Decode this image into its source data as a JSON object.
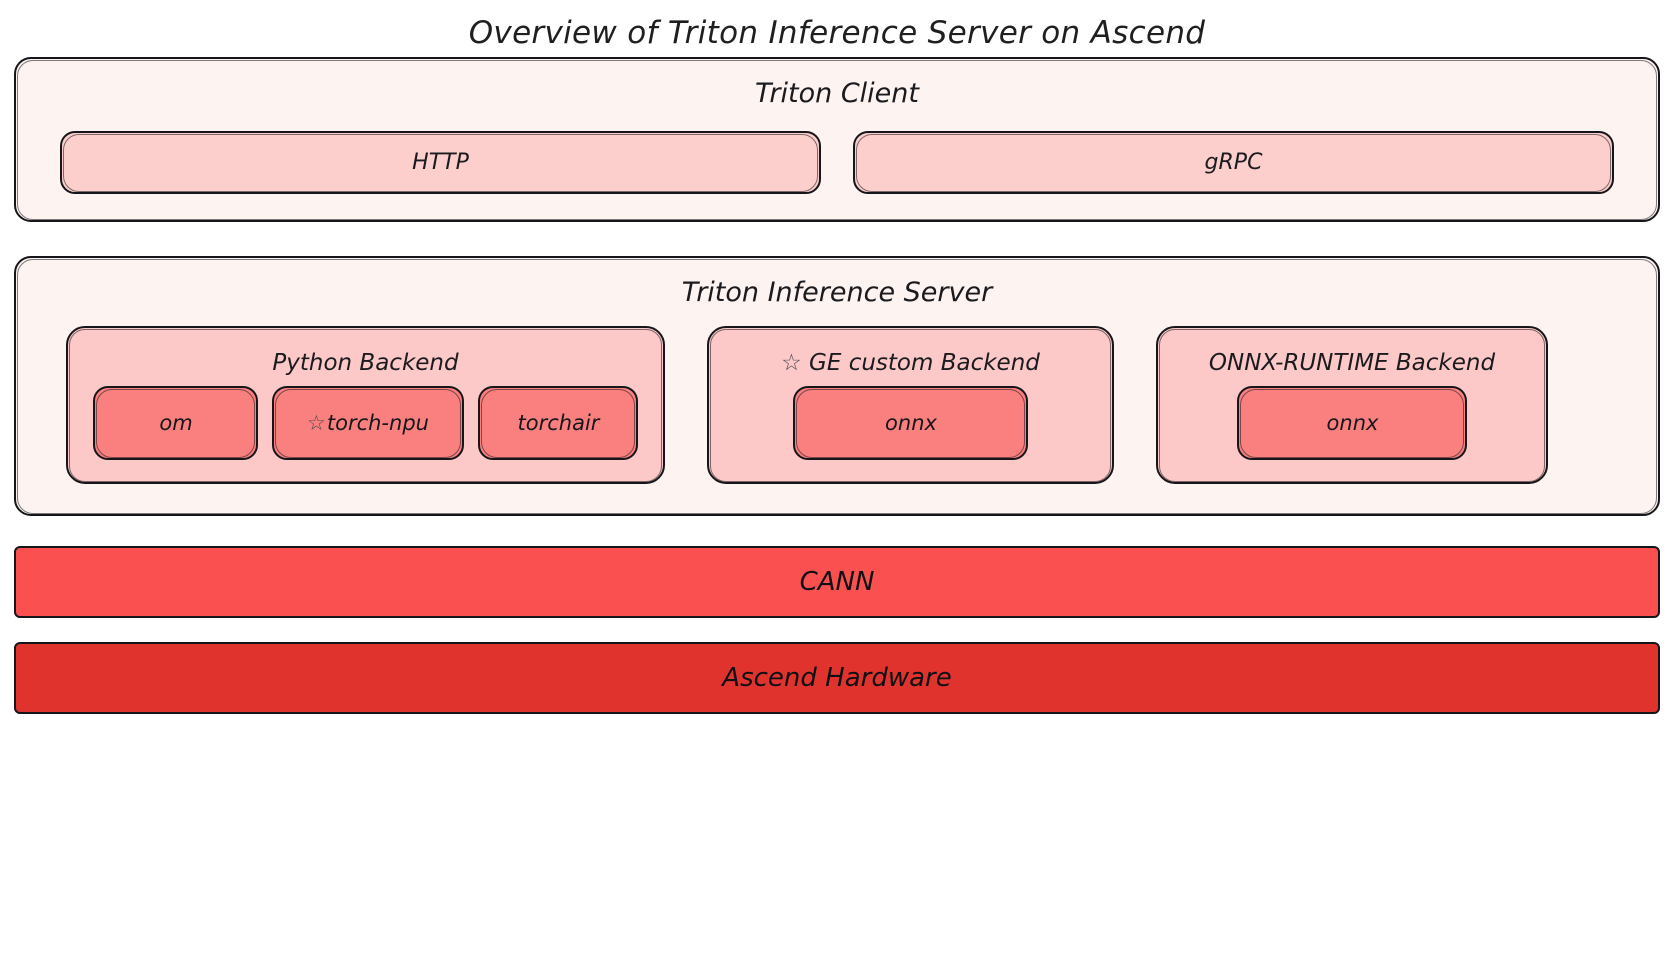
{
  "title": "Overview of Triton Inference Server on Ascend",
  "colors": {
    "outer_container_bg": "#fdf3f1",
    "protocol_box_bg": "#fccfcc",
    "backend_box_bg": "#fcc8c8",
    "chip_bg": "#fa8080",
    "cann_bar_bg": "#fa5150",
    "ascend_bar_bg": "#e0332e",
    "stroke": "#16161a",
    "text": "#1b1b1f"
  },
  "client": {
    "title": "Triton Client",
    "protocols": [
      {
        "label": "HTTP"
      },
      {
        "label": "gRPC"
      }
    ]
  },
  "server": {
    "title": "Triton Inference Server",
    "backends": [
      {
        "star": "",
        "title": "Python Backend",
        "chips": [
          {
            "star": "",
            "label": "om"
          },
          {
            "star": "☆",
            "label": "torch-npu"
          },
          {
            "star": "",
            "label": "torchair"
          }
        ]
      },
      {
        "star": "☆",
        "title": " GE custom Backend",
        "chips": [
          {
            "star": "",
            "label": "onnx"
          }
        ]
      },
      {
        "star": "",
        "title": "ONNX-RUNTIME Backend",
        "chips": [
          {
            "star": "",
            "label": "onnx"
          }
        ]
      }
    ]
  },
  "platform": {
    "cann": "CANN",
    "hardware": "Ascend Hardware"
  }
}
